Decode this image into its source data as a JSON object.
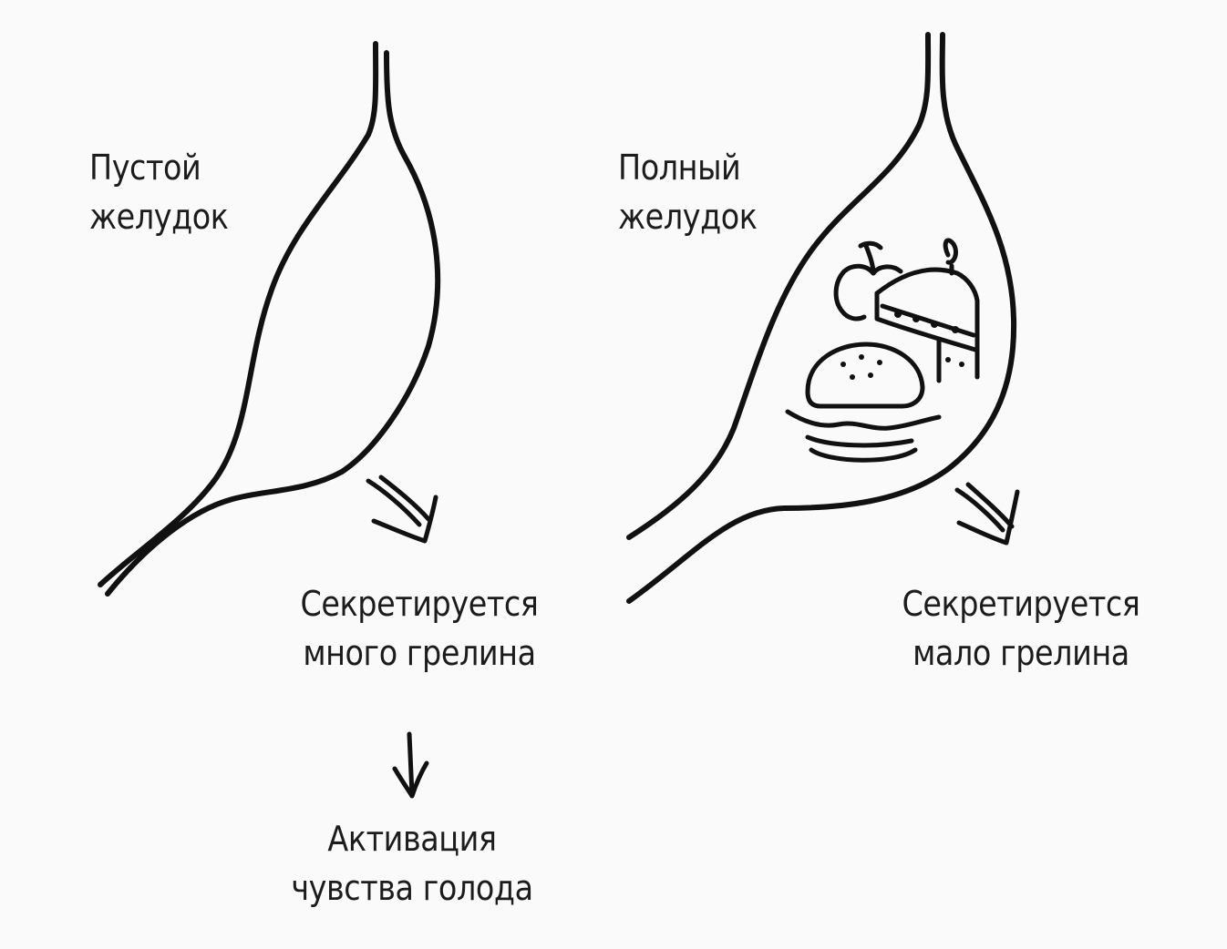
{
  "empty_stomach": {
    "label_line1": "Пустой",
    "label_line2": "желудок",
    "secretion_line1": "Секретируется",
    "secretion_line2": "много грелина"
  },
  "full_stomach": {
    "label_line1": "Полный",
    "label_line2": "желудок",
    "secretion_line1": "Секретируется",
    "secretion_line2": "мало грелина",
    "contents_icons": [
      "apple-icon",
      "cake-slice-icon",
      "burger-icon"
    ]
  },
  "hunger": {
    "line1": "Активация",
    "line2": "чувства голода"
  },
  "colors": {
    "ink": "#111111",
    "background": "#fafafa",
    "text": "#1c1c1c"
  }
}
